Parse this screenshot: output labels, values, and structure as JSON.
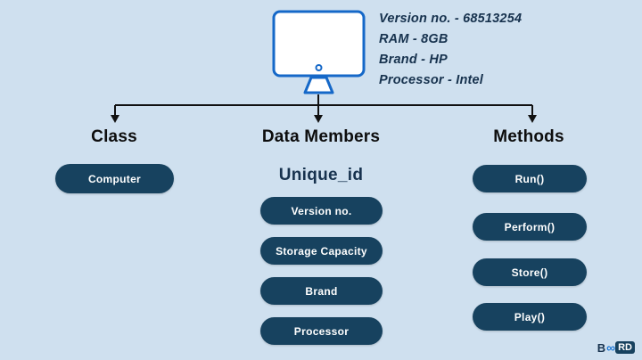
{
  "annotations": {
    "line1": "Version no. - 68513254",
    "line2": "RAM - 8GB",
    "line3": "Brand - HP",
    "line4": "Processor - Intel"
  },
  "columns": [
    {
      "heading": "Class",
      "items": [
        "Computer"
      ]
    },
    {
      "heading": "Data Members",
      "subtitle": "Unique_id",
      "items": [
        "Version no.",
        "Storage Capacity",
        "Brand",
        "Processor"
      ]
    },
    {
      "heading": "Methods",
      "items": [
        "Run()",
        "Perform()",
        "Store()",
        "Play()"
      ]
    }
  ],
  "logo": {
    "prefix": "B",
    "infinity": "∞",
    "suffix": "RD"
  },
  "colors": {
    "background": "#cfe0ef",
    "pill": "#17425f",
    "monitor_stroke": "#1568c8",
    "annotation_text": "#17324e",
    "connector": "#111111"
  }
}
